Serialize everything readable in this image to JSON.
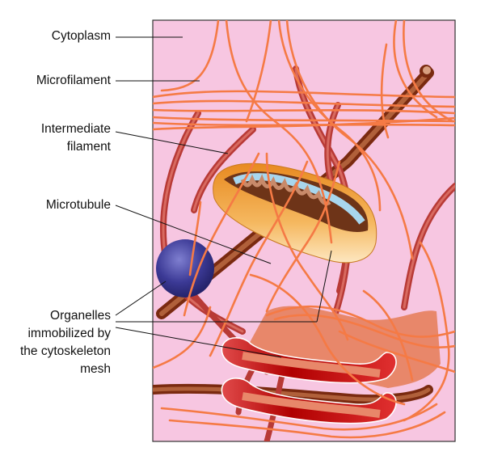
{
  "diagram": {
    "labels": {
      "cytoplasm": "Cytoplasm",
      "microfilament": "Microfilament",
      "intermediate_1": "Intermediate",
      "intermediate_2": "filament",
      "microtubule": "Microtubule",
      "organelles_1": "Organelles",
      "organelles_2": "immobilized by",
      "organelles_3": "the cytoskeleton",
      "organelles_4": "mesh"
    },
    "colors": {
      "cytoplasm": "#f7c6e1",
      "microfilament": "#f57a45",
      "intermediate_filament": "#b83a36",
      "microtubule": "#7a2a10",
      "mitochondrion": "#f0a540",
      "vesicle": "#3c3a96",
      "er": "#e8876a"
    }
  }
}
